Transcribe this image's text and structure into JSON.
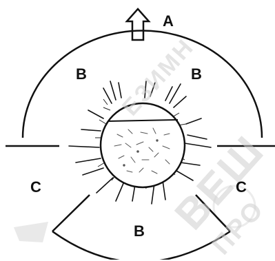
{
  "labels": {
    "top": "A",
    "upper_left": "B",
    "upper_right": "B",
    "left": "C",
    "right": "C",
    "bottom": "B"
  },
  "watermark": {
    "line1": "ЕЗИМН",
    "line2": "ВЕШ",
    "line3": "ПРО"
  },
  "colors": {
    "ink": "#111111",
    "watermark": "#cfcfcf"
  }
}
